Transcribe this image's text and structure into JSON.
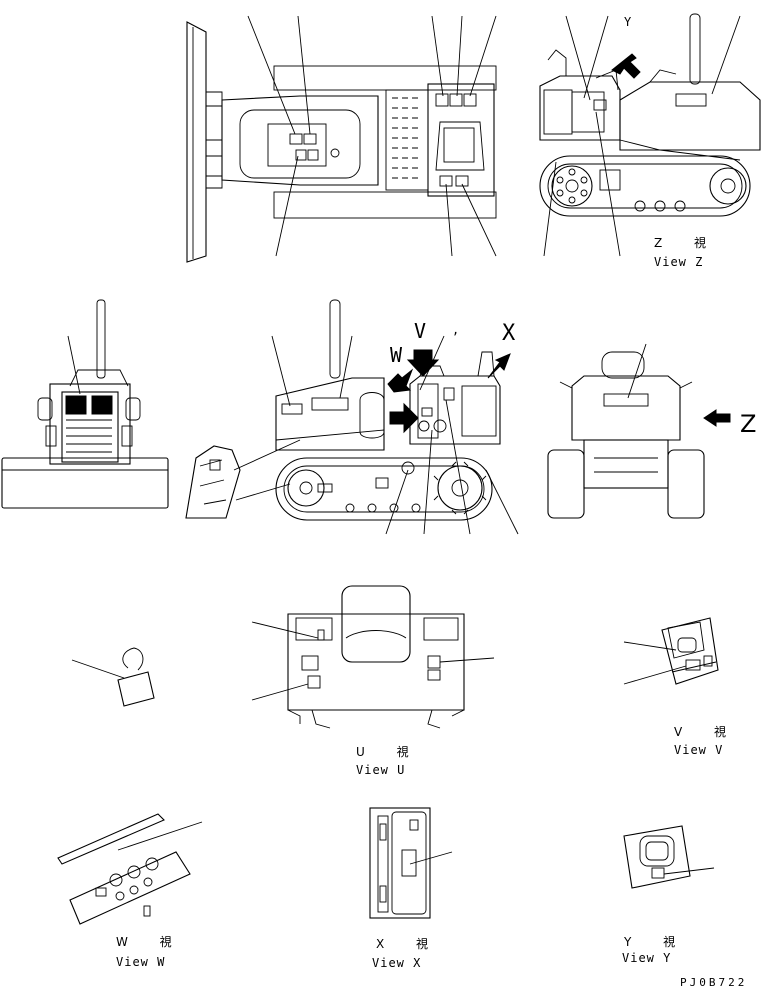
{
  "views": {
    "z": {
      "jp": "Z 視",
      "en": "View Z"
    },
    "u": {
      "jp": "U 視",
      "en": "View U"
    },
    "v": {
      "jp": "V 視",
      "en": "View V"
    },
    "w": {
      "jp": "W 視",
      "en": "View W"
    },
    "x": {
      "jp": "X 視",
      "en": "View X"
    },
    "y": {
      "jp": "Y 視",
      "en": "View Y"
    }
  },
  "arrow_letters": {
    "y": "Y",
    "v": "V",
    "w": "W",
    "x": "X",
    "z": "Z",
    "comma": ","
  },
  "drawing_code": "PJ0B722"
}
